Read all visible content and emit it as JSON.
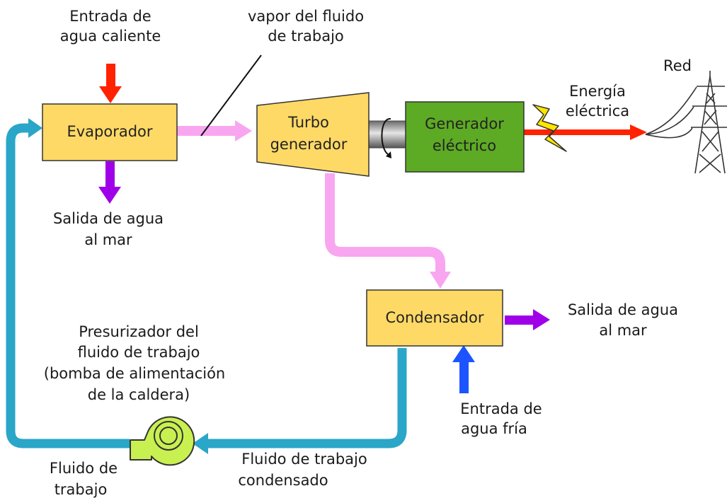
{
  "nodes": {
    "evaporador": "Evaporador",
    "turbo_line1": "Turbo",
    "turbo_line2": "generador",
    "generador_line1": "Generador",
    "generador_line2": "eléctrico",
    "condensador": "Condensador"
  },
  "labels": {
    "hot_in_1": "Entrada de",
    "hot_in_2": "agua caliente",
    "vapor_1": "vapor del fluido",
    "vapor_2": "de trabajo",
    "red": "Red",
    "energia_1": "Energía",
    "energia_2": "eléctrica",
    "salida_evap_1": "Salida de agua",
    "salida_evap_2": "al mar",
    "salida_cond_1": "Salida de agua",
    "salida_cond_2": "al mar",
    "pres_1": "Presurizador del",
    "pres_2": "fluido de trabajo",
    "pres_3": "(bomba de alimentación",
    "pres_4": "de la caldera)",
    "cold_in_1": "Entrada de",
    "cold_in_2": "agua fría",
    "fluido_cond_1": "Fluido de trabajo",
    "fluido_cond_2": "condensado",
    "fluido_1": "Fluido de",
    "fluido_2": "trabajo"
  },
  "icons": {
    "lightning": "lightning-bolt-icon",
    "tower": "transmission-tower-icon",
    "pump": "pump-icon",
    "shaft": "rotating-shaft-icon"
  },
  "colors": {
    "box_yellow": "#FFD966",
    "box_green": "#5DAA24",
    "hot_water": "#FF2200",
    "purple": "#A000E8",
    "vapor_pink": "#F9A6F0",
    "cold_blue": "#1C55FF",
    "loop_teal": "#2AA6C8",
    "electric_red": "#FF2200",
    "pump_green": "#C8F050"
  }
}
